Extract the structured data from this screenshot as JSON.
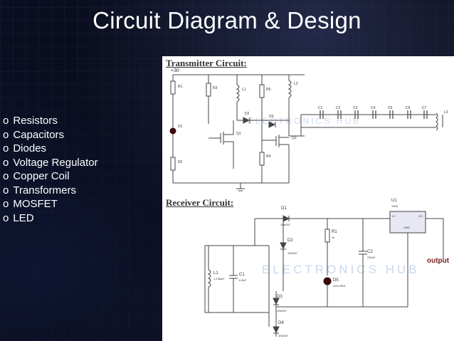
{
  "slide": {
    "title": "Circuit Diagram & Design",
    "bullet_marker": "o",
    "bullets": [
      "Resistors",
      "Capacitors",
      "Diodes",
      "Voltage Regulator",
      "Copper Coil",
      "Transformers",
      "MOSFET",
      "LED"
    ]
  },
  "diagram": {
    "transmitter_heading": "Transmitter Circuit:",
    "receiver_heading": "Receiver Circuit:",
    "supply_label": "+30",
    "watermark": "ELECTRONICS HUB",
    "output_label": "output",
    "transmitter_parts": {
      "r1": "R1",
      "r3": "R3",
      "r5": "R5",
      "l1": "L1",
      "l2": "L2",
      "d1": "D1",
      "d2": "D2",
      "d3": "D3",
      "q1": "Q1",
      "q2": "Q2",
      "r2": "R2",
      "r4": "R4",
      "caps": [
        "C1",
        "C2",
        "C3",
        "C4",
        "C5",
        "C6",
        "C7"
      ],
      "l3": "L3"
    },
    "receiver_parts": {
      "d1": "D1",
      "d1_val": "1N4007",
      "d2": "D2",
      "d2_val": "1N4007",
      "d3": "D3",
      "d3_val": "1N4007",
      "d4": "D4",
      "d4_val": "1N4007",
      "l1": "L1",
      "l1_val": "1.235uH",
      "c1": "C1",
      "c1_val": "6.8nF",
      "r1": "R1",
      "r1_val": "1k",
      "c2": "C2",
      "c2_val": "220uF",
      "d5": "D5",
      "d5_val": "LED-RED",
      "u1": "U1",
      "u1_val": "7805",
      "vi": "VI",
      "vo": "VO",
      "gnd": "GND"
    }
  }
}
